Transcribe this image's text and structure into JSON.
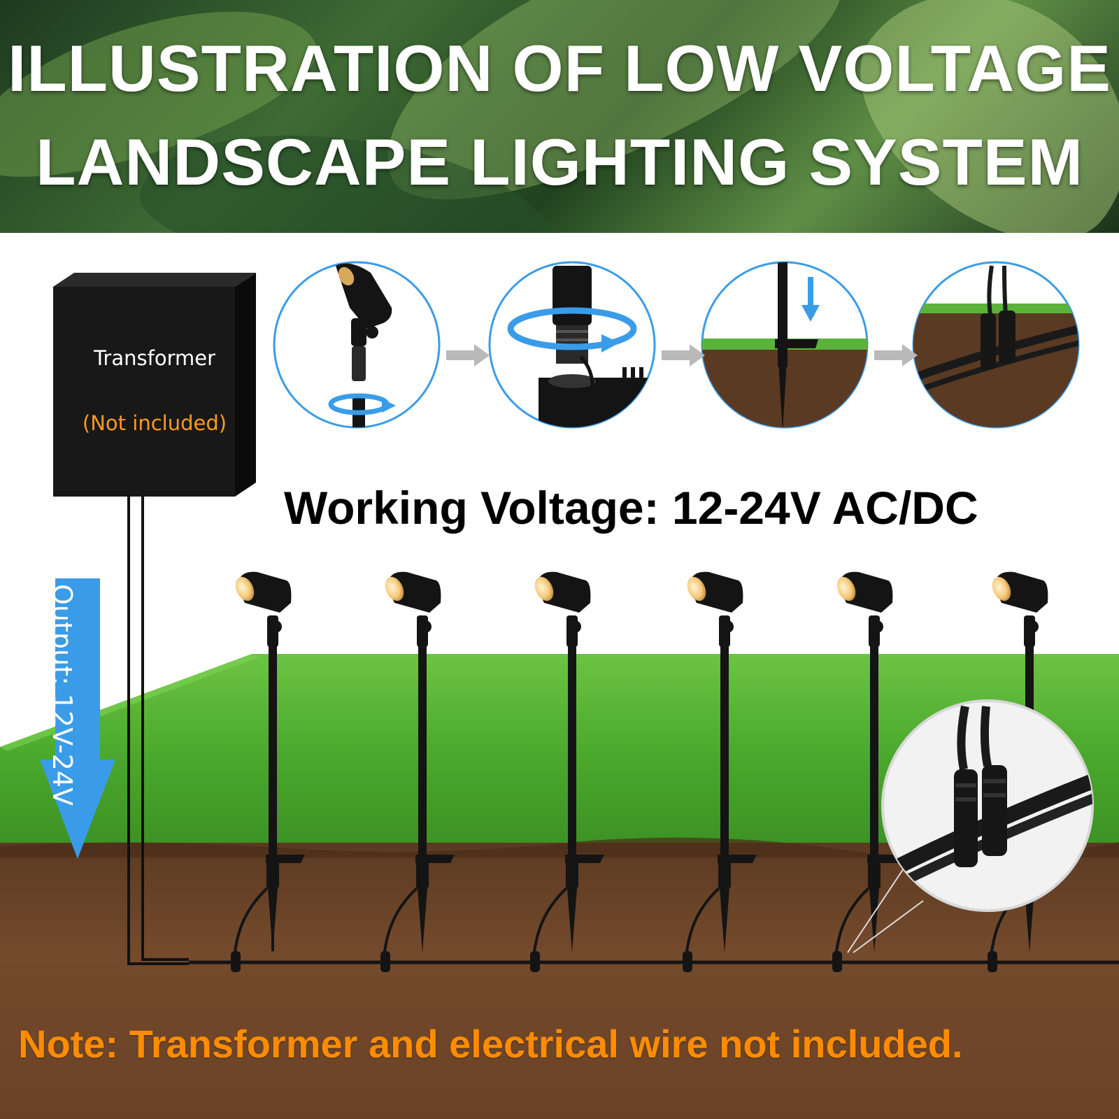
{
  "title": {
    "line1": "ILLUSTRATION OF LOW VOLTAGE",
    "line2": "LANDSCAPE LIGHTING SYSTEM"
  },
  "transformer": {
    "label": "Transformer",
    "note": "(Not included)"
  },
  "working_voltage": "Working Voltage: 12-24V AC/DC",
  "output_label": "Output: 12V-24V",
  "bottom_note": "Note: Transformer and electrical wire not included.",
  "colors": {
    "accent_orange": "#ff8c00",
    "arrow_blue": "#3a9ce8",
    "grass_green": "#4caf2f",
    "soil_brown": "#6b4327",
    "fixture_black": "#141414"
  },
  "icons": [
    "step-connect-icon",
    "step-thread-icon",
    "step-insert-icon",
    "step-wire-connect-icon",
    "connector-zoom-icon"
  ]
}
